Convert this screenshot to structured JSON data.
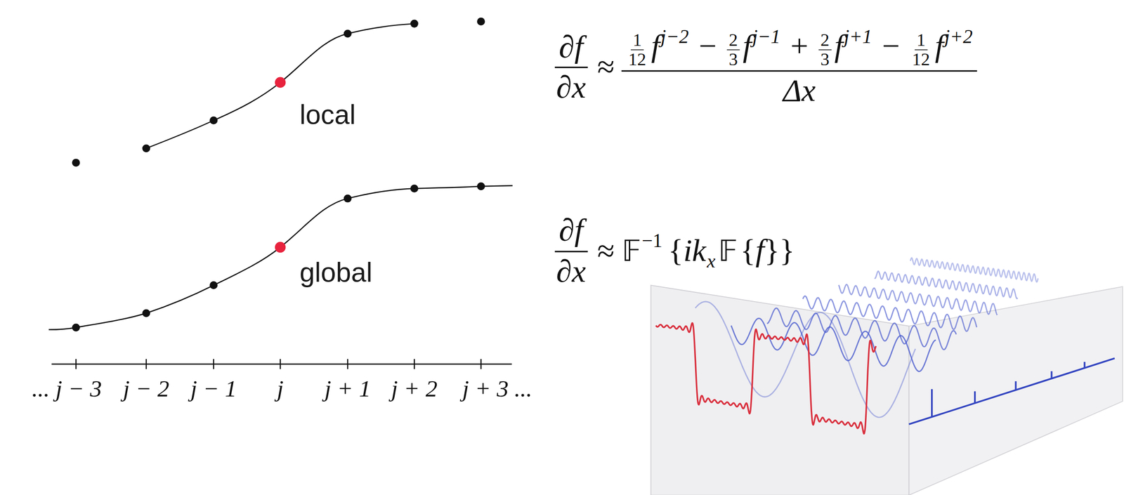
{
  "diagram": {
    "labels": [
      "local",
      "global",
      "... j − 3",
      "j − 2",
      "j − 1",
      "j",
      "j + 1",
      "j + 2",
      "j + 3 ...",
      "∂f",
      "∂x",
      "≈",
      "1",
      "12",
      "f",
      "j−2",
      "−",
      "2",
      "3",
      "f",
      "j−1",
      "+",
      "2",
      "3",
      "f",
      "j+1",
      "−",
      "1",
      "12",
      "f",
      "j+2",
      "Δx",
      "∂f",
      "∂x",
      "≈",
      "𝔽",
      "−1",
      "{",
      "ik",
      "x",
      "𝔽",
      "{",
      "f",
      "}}"
    ]
  }
}
